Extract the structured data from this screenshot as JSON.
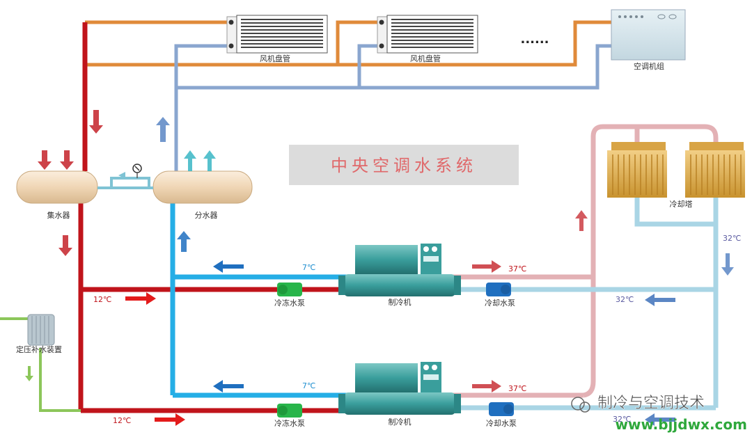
{
  "title": "中央空调水系统",
  "components": {
    "fan_coil_1": "风机盘管",
    "fan_coil_2": "风机盘管",
    "ellipsis": "......",
    "ahu": "空调机组",
    "return_header": "集水器",
    "supply_header": "分水器",
    "cooling_tower": "冷却塔",
    "makeup_device": "定压补水装置",
    "chiller_1": "制冷机",
    "chiller_2": "制冷机",
    "chw_pump_1": "冷冻水泵",
    "chw_pump_2": "冷冻水泵",
    "cw_pump_1": "冷却水泵",
    "cw_pump_2": "冷却水泵"
  },
  "temps": {
    "chw_supply_1": "7℃",
    "chw_supply_2": "7℃",
    "chw_return_1": "12℃",
    "chw_return_2": "12℃",
    "cw_out_1": "37℃",
    "cw_out_2": "37℃",
    "cw_in_tower": "32℃",
    "cw_in_1": "32℃",
    "cw_in_2": "32℃"
  },
  "watermark": {
    "brand": "制冷与空调技术",
    "url": "www.bjjdwx.com"
  },
  "colors": {
    "chilled_return": "#c0141b",
    "chilled_supply": "#25aee6",
    "cooling_hot": "#e3b1b5",
    "cooling_cold": "#a9d5e5",
    "hot_feed": "#e08a3a",
    "cold_feed": "#8aa6cf",
    "makeup": "#8cc65a",
    "tank": "#f1dcc0",
    "chiller": "#3aa0a0",
    "pump": "#28b54a",
    "cw_pump": "#1f6fbf",
    "tower": "#e3b252",
    "watermark_green": "#2fa83c"
  }
}
